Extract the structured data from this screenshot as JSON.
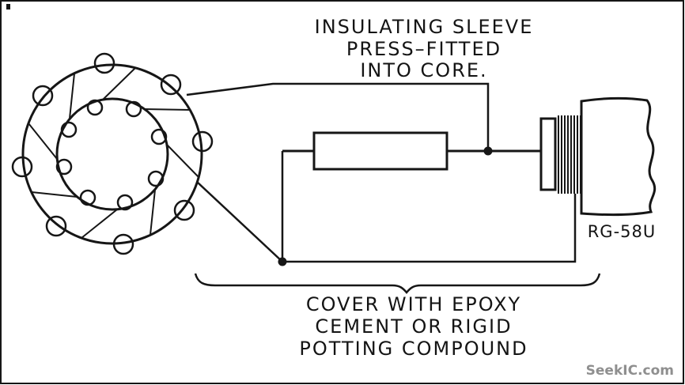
{
  "page": {
    "background": "#ffffff",
    "ink": "#161616"
  },
  "annotations": {
    "insulating_sleeve_note": {
      "line1": "INSULATING SLEEVE",
      "line2": "PRESS–FITTED",
      "line3": "INTO CORE."
    },
    "potting_note": {
      "line1": "COVER WITH EPOXY",
      "line2": "CEMENT OR RIGID",
      "line3": "POTTING COMPOUND"
    },
    "connector_label": "RG-58U"
  },
  "watermark": {
    "text": "SeekIC.com",
    "color": "#8f8f8f"
  }
}
